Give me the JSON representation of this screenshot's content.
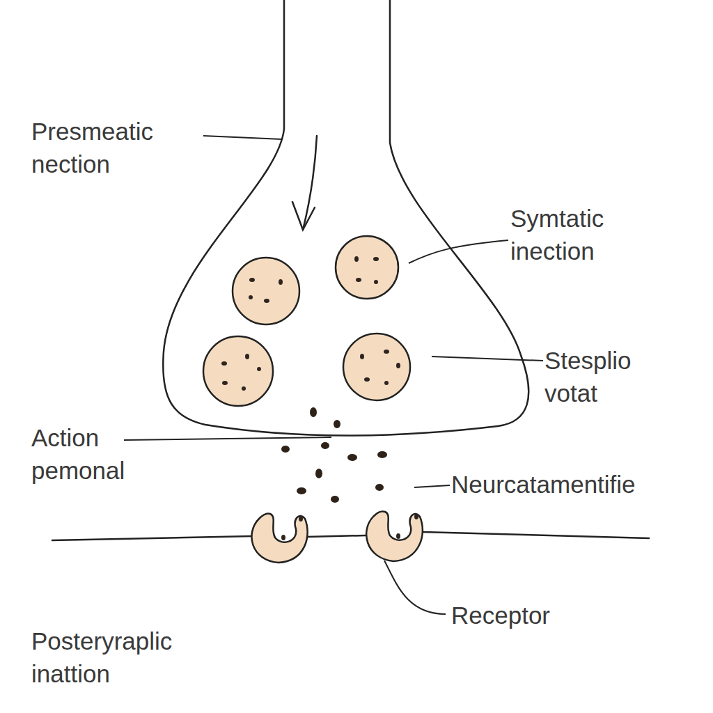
{
  "diagram": {
    "labels": [
      "Presmeatic nection",
      "Symtatic inection",
      "Stesplio votat",
      "Action pemonal",
      "Neurcatamentifie",
      "Receptor",
      "Posteryraplic inattion"
    ]
  }
}
